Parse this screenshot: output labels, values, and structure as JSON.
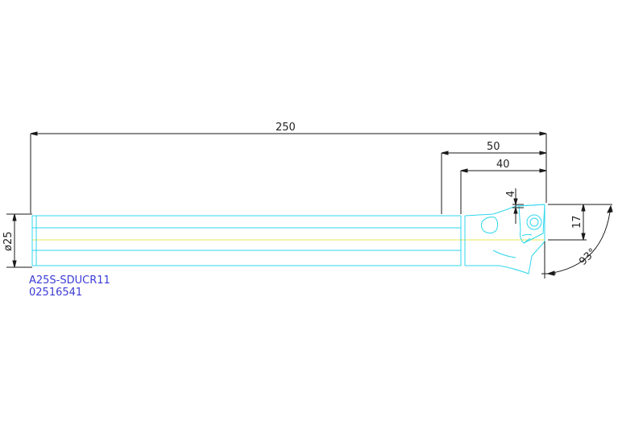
{
  "colors": {
    "outline": "#2fd7ec",
    "dimension": "#1a1a1a",
    "centerline": "#e8e85a",
    "label": "#3b3bd6"
  },
  "dimensions": {
    "overall_length": "250",
    "head_length_outer": "50",
    "head_length_inner": "40",
    "offset_small": "4",
    "offset_height": "17",
    "shank_diameter": "ø25",
    "lead_angle": "93°"
  },
  "labels": {
    "model": "A25S-SDUCR11",
    "code": "02516541"
  }
}
